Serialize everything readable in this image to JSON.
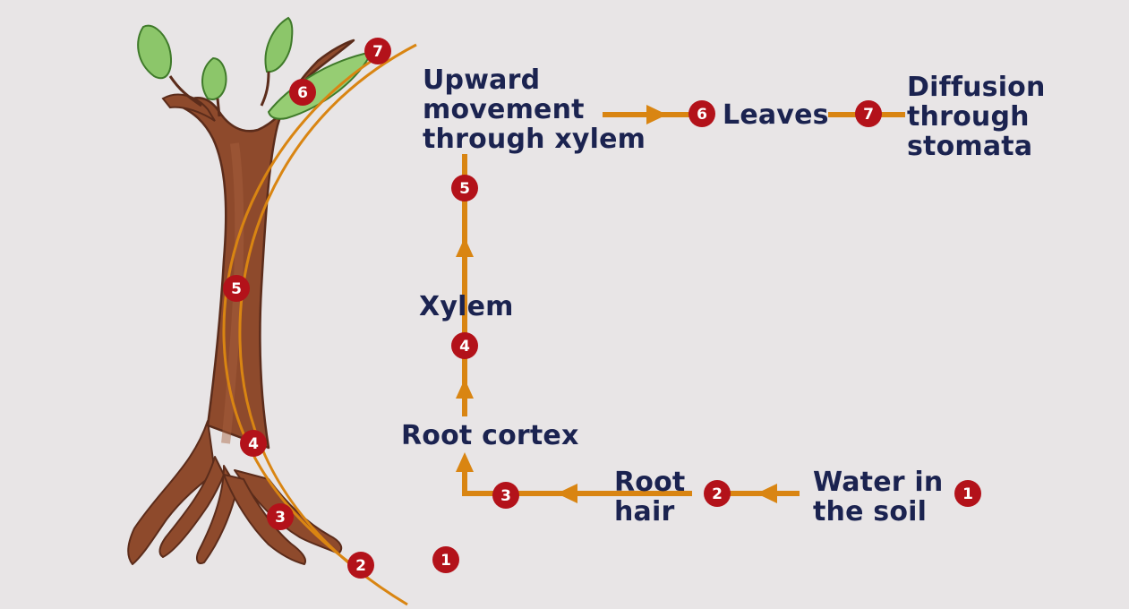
{
  "colors": {
    "background": "#e8e5e6",
    "arrow": "#d98512",
    "badge": "#b3121a",
    "label_text": "#1b2350",
    "trunk": "#8e4a2c",
    "leaf": "#8cc66a"
  },
  "steps": [
    {
      "num": "1",
      "label": "Water in the soil",
      "lines": [
        "Water in",
        "the soil"
      ]
    },
    {
      "num": "2",
      "label": "Root hair",
      "lines": [
        "Root",
        "hair"
      ]
    },
    {
      "num": "3",
      "label": "Root cortex",
      "lines": [
        "Root cortex"
      ]
    },
    {
      "num": "4",
      "label": "Xylem",
      "lines": [
        "Xylem"
      ]
    },
    {
      "num": "5",
      "label": "Upward movement through xylem",
      "lines": [
        "Upward",
        "movement",
        "through xylem"
      ]
    },
    {
      "num": "6",
      "label": "Leaves",
      "lines": [
        "Leaves"
      ]
    },
    {
      "num": "7",
      "label": "Diffusion through stomata",
      "lines": [
        "Diffusion",
        "through",
        "stomata"
      ]
    }
  ]
}
